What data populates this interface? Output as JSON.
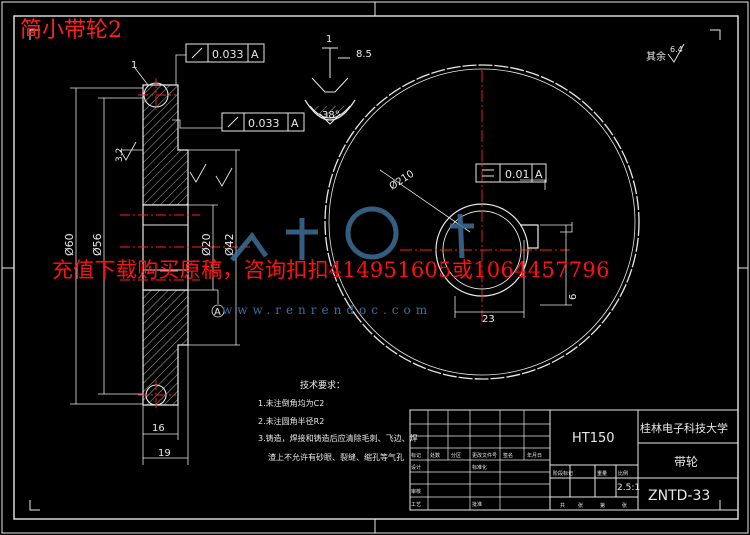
{
  "header": {
    "title": "简小带轮2"
  },
  "banner": {
    "text": "充值下载购买原稿，咨询扣扣414951605或1064457796"
  },
  "watermark": {
    "text": "www.renrendoc.com"
  },
  "tolerances": {
    "runout_1": "0.033",
    "runout_1_datum": "A",
    "runout_2": "0.033",
    "runout_2_datum": "A",
    "symmetry": "0.01",
    "symmetry_datum": "A",
    "datum_label": "A"
  },
  "dimensions": {
    "d60": "Ø60",
    "d56": "Ø56",
    "d20": "Ø20",
    "d42": "Ø42",
    "width19": "19",
    "width16": "16",
    "chamfer": "3.2",
    "groove_angle": "38°",
    "groove_8_5": "8.5",
    "groove_1": "1",
    "key_width": "6",
    "key_depth": "23",
    "pitch_circle": "Ø210",
    "roughness_other": "其余",
    "roughness_value": "6.4"
  },
  "notes": {
    "title": "技术要求：",
    "lines": [
      "1.未注倒角均为C2",
      "2.未注圆角半径R2",
      "3.铸造，焊接和铸造后应清除毛刺、飞边、焊",
      "渣上不允许有砂眼、裂缝、缩孔等气孔"
    ]
  },
  "title_block": {
    "material": "HT150",
    "school": "桂林电子科技大学",
    "part_name": "带轮",
    "drawing_no": "ZNTD-33",
    "scale": "2.5:1",
    "small_labels": [
      "标记",
      "处数",
      "分区",
      "更改文件号",
      "签名",
      "年月日",
      "设计",
      "审核",
      "工艺",
      "标准化",
      "批准",
      "阶段标记",
      "重量",
      "比例",
      "共",
      "张",
      "第",
      "张"
    ]
  },
  "colors": {
    "background": "#000000",
    "lines": "#e8e8e8",
    "center_lines": "#ff2020",
    "annotations": "#ff1010",
    "watermark": "#3e6e96"
  }
}
